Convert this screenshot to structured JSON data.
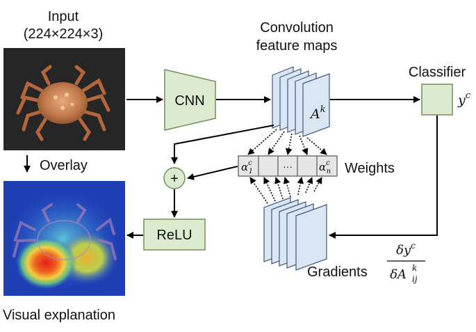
{
  "input": {
    "title": "Input",
    "dims": "(224×224×3)"
  },
  "conv": {
    "title_line1": "Convolution",
    "title_line2": "feature maps",
    "map_label_base": "A",
    "map_label_sup": "k"
  },
  "cnn": {
    "label": "CNN"
  },
  "classifier": {
    "title": "Classifier",
    "output_base": "y",
    "output_sup": "c"
  },
  "weights": {
    "label": "Weights",
    "first_base": "α",
    "first_sub": "1",
    "first_sup": "c",
    "ellipsis": "···",
    "last_base": "α",
    "last_sub": "n",
    "last_sup": "c"
  },
  "sum": {
    "symbol": "+"
  },
  "relu": {
    "label": "ReLU"
  },
  "overlay": {
    "label": "Overlay"
  },
  "output": {
    "label": "Visual explanation"
  },
  "gradients": {
    "label": "Gradients",
    "numer_d": "δ",
    "numer_y": "y",
    "numer_sup": "c",
    "denom_d": "δ",
    "denom_A": "A",
    "denom_sup": "k",
    "denom_sub": "ij"
  },
  "colors": {
    "box_fill": "#dcead0",
    "box_stroke": "#6e8f58",
    "map_fill": "#dbe6f5",
    "map_stroke": "#3f5680",
    "cell_fill": "#e6e6e6",
    "cell_stroke": "#555555",
    "arrow": "#000000"
  }
}
